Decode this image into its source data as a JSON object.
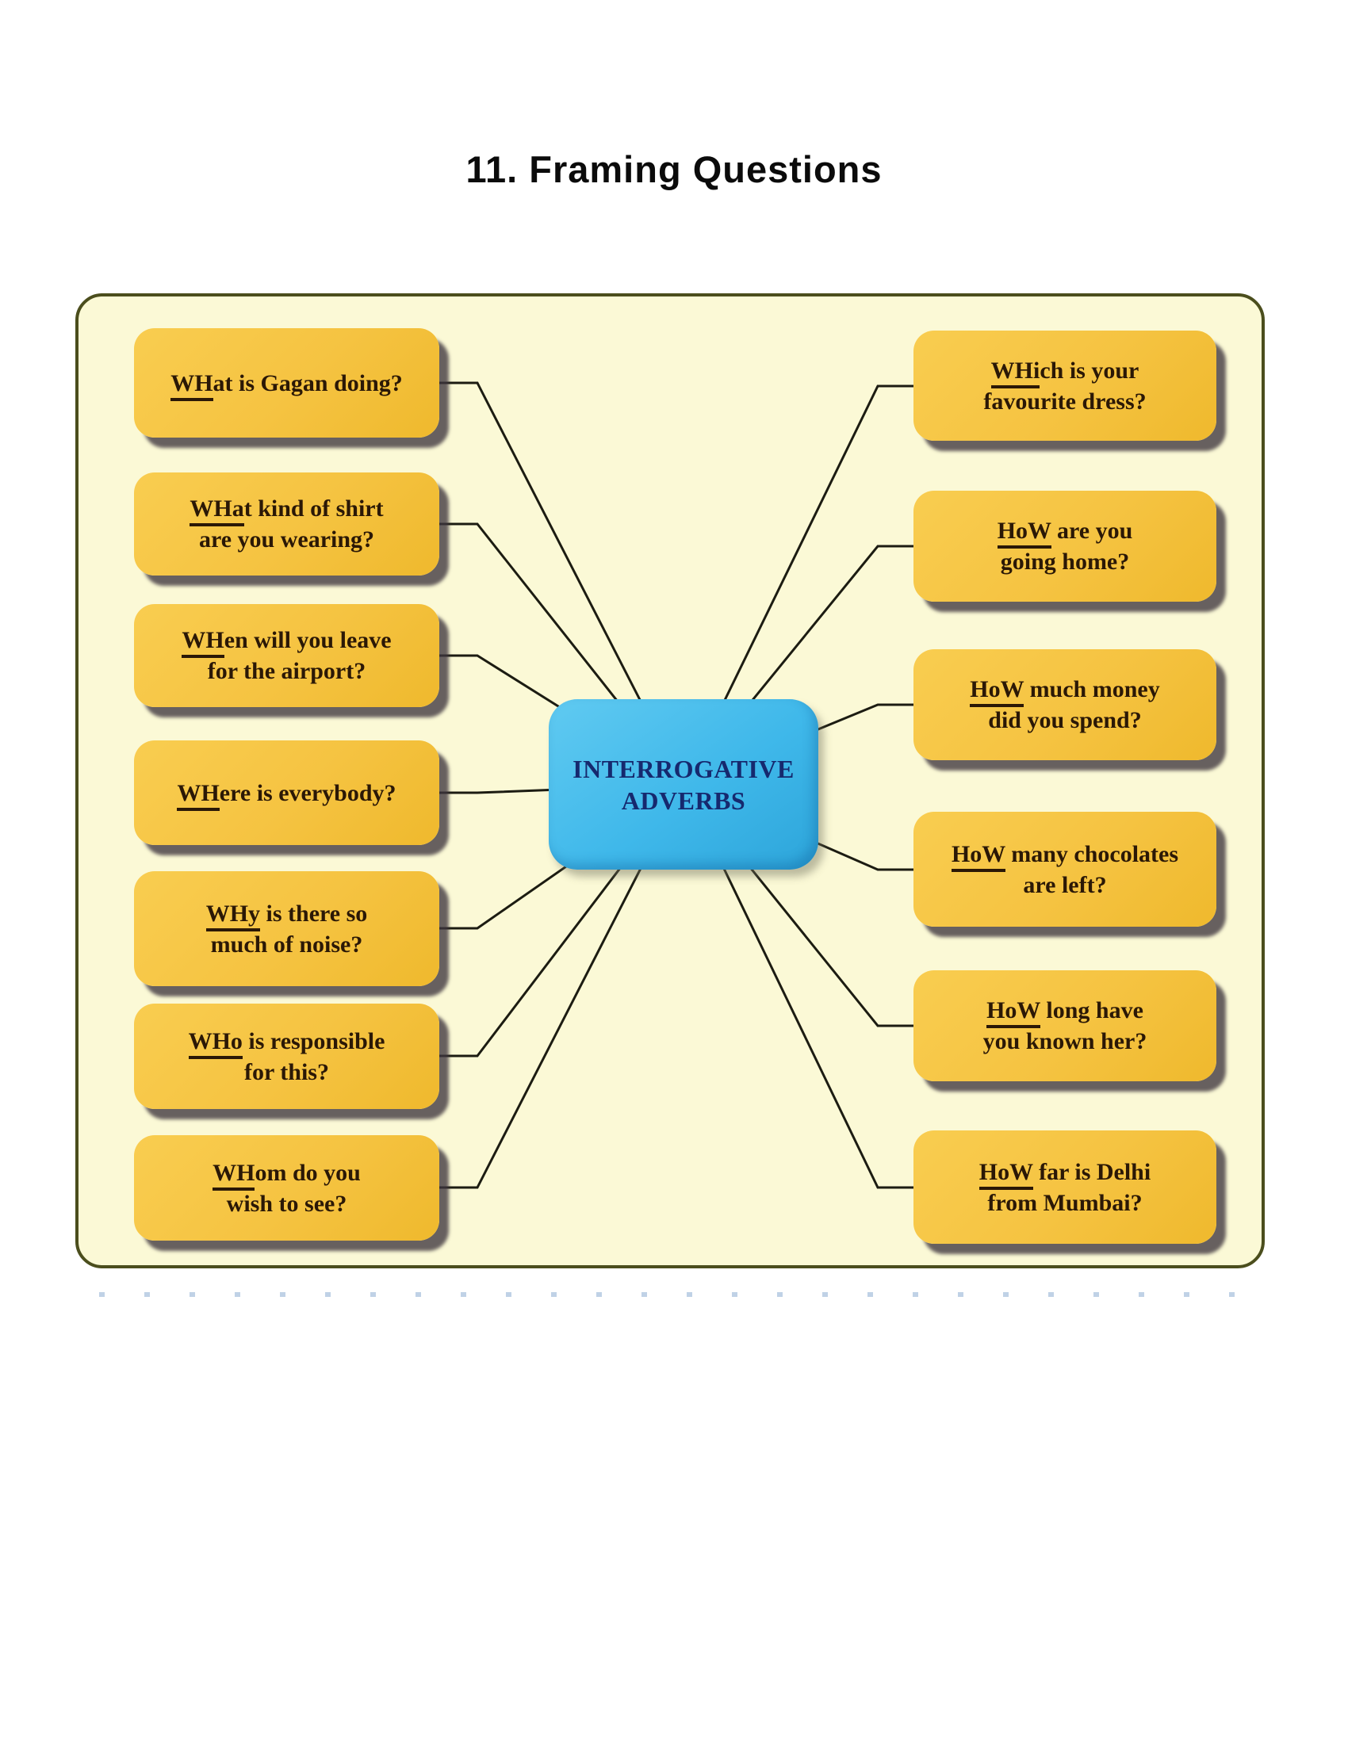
{
  "title": "11. Framing Questions",
  "center": {
    "line1": "INTERROGATIVE",
    "line2": "ADVERBS"
  },
  "colors": {
    "container_bg": "#fbf9d6",
    "container_border": "#4b4e1d",
    "box_yellow": "#f5c341",
    "box_text": "#2b1806",
    "center_blue": "#3fb8ea",
    "center_text": "#16296e",
    "connector": "#1c1c12"
  },
  "left_questions": [
    {
      "prefix": "WH",
      "rest": "at is Gagan doing?",
      "line2": ""
    },
    {
      "prefix": "WHa",
      "rest": "t kind of shirt",
      "line2": "are you wearing?"
    },
    {
      "prefix": "WH",
      "rest": "en will you leave",
      "line2": "for the airport?"
    },
    {
      "prefix": "WH",
      "rest": "ere is everybody?",
      "line2": ""
    },
    {
      "prefix": "WHy",
      "rest": " is there so",
      "line2": "much of noise?"
    },
    {
      "prefix": "WHo",
      "rest": " is responsible",
      "line2": "for this?"
    },
    {
      "prefix": "WH",
      "rest": "om do you",
      "line2": "wish to see?"
    }
  ],
  "right_questions": [
    {
      "prefix": "WHi",
      "rest": "ch is your",
      "line2": "favourite dress?"
    },
    {
      "prefix": "HoW",
      "rest": " are you",
      "line2": "going home?"
    },
    {
      "prefix": "HoW",
      "rest": " much money",
      "line2": "did you spend?"
    },
    {
      "prefix": "HoW",
      "rest": " many chocolates",
      "line2": "are left?"
    },
    {
      "prefix": "HoW",
      "rest": " long have",
      "line2": "you known her?"
    },
    {
      "prefix": "HoW",
      "rest": " far is Delhi",
      "line2": "from Mumbai?"
    }
  ]
}
